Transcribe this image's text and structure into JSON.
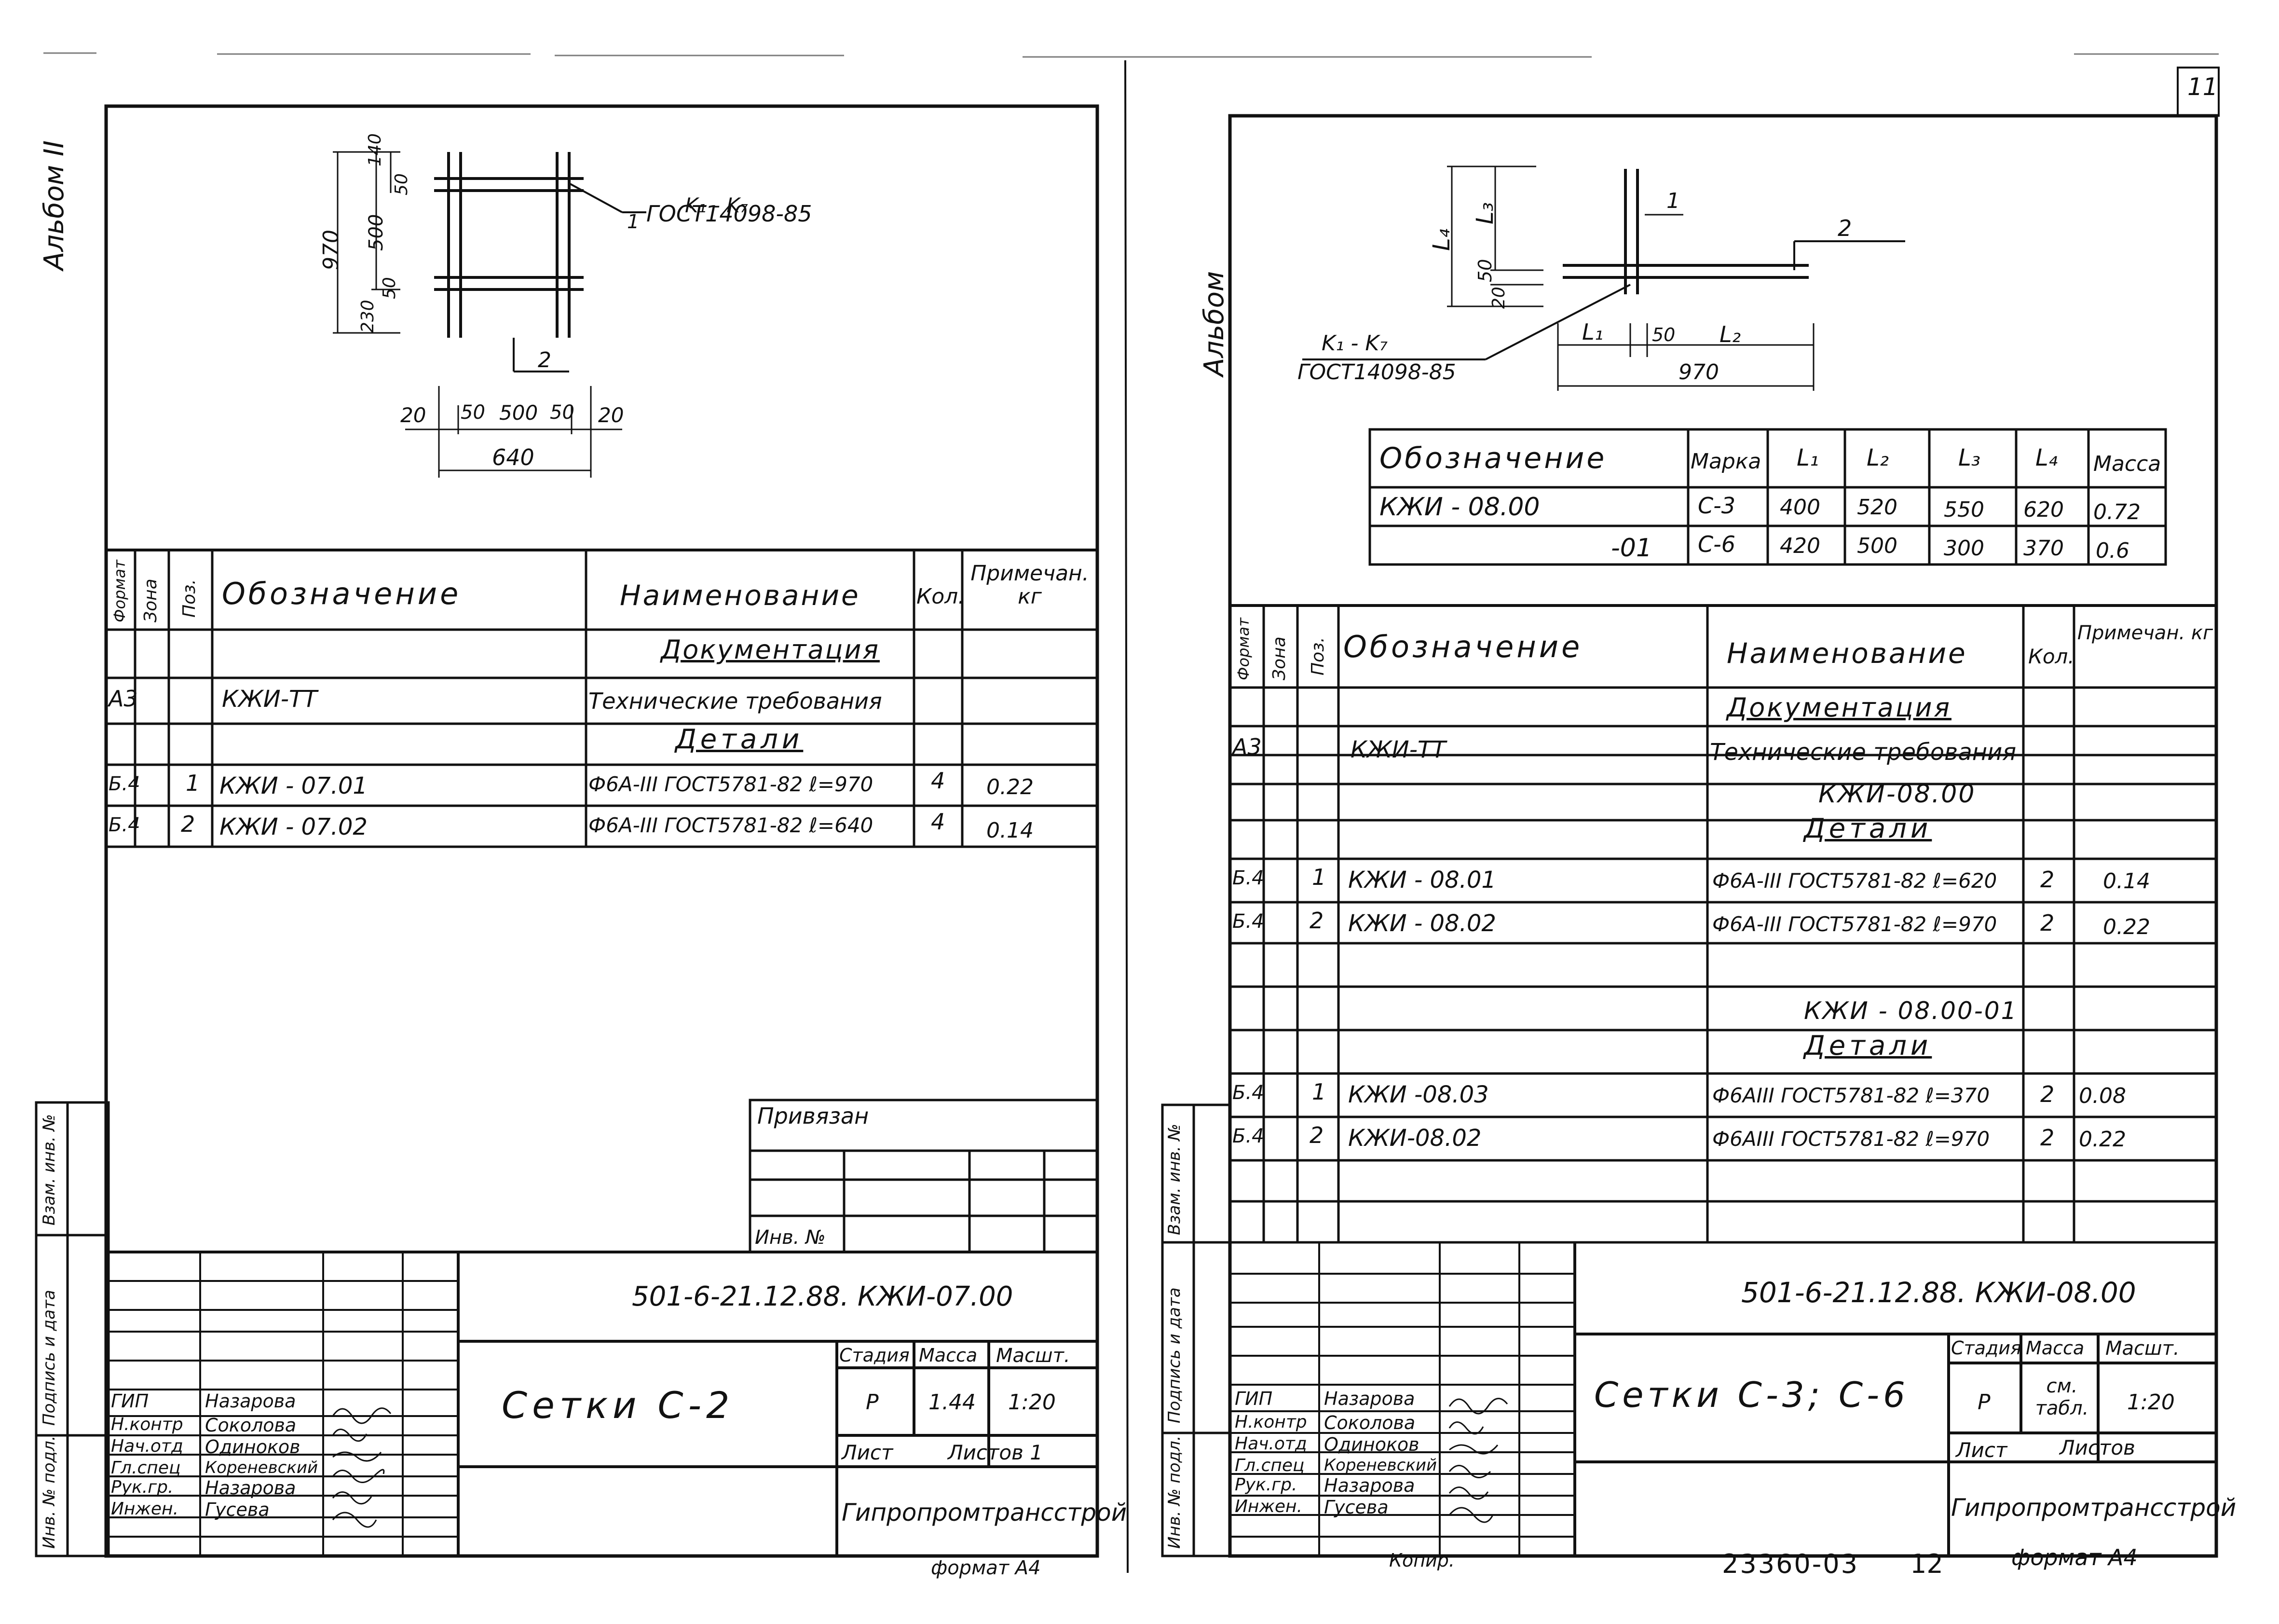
{
  "left": {
    "album": "Альбом II",
    "diagram": {
      "d970": "970",
      "d140": "140",
      "d50a": "50",
      "d500": "500",
      "d50b": "50",
      "d230": "230",
      "note1": "K₁ - K₇",
      "note2": "ГОСТ14098-85",
      "pos1": "1",
      "pos2": "2",
      "dims": [
        "20",
        "50",
        "500",
        "50",
        "20"
      ],
      "total": "640"
    },
    "table": {
      "headers": [
        "Формат",
        "Зона",
        "Поз.",
        "Обозначение",
        "Наименование",
        "Кол.",
        "Примечан. кг"
      ],
      "sec_doc": "Документация",
      "doc_row": {
        "fmt": "А3",
        "oboz": "КЖИ-ТТ",
        "name": "Технические требования"
      },
      "sec_det": "Детали",
      "rows": [
        {
          "fmt": "Б.4",
          "pos": "1",
          "oboz": "КЖИ - 07.01",
          "name": "Ф6А-ІІІ ГОСТ5781-82 ℓ=970",
          "kol": "4",
          "prim": "0.22"
        },
        {
          "fmt": "Б.4",
          "pos": "2",
          "oboz": "КЖИ - 07.02",
          "name": "Ф6А-ІІІ ГОСТ5781-82 ℓ=640",
          "kol": "4",
          "prim": "0.14"
        }
      ]
    },
    "privyazan": "Привязан",
    "inv": "Инв. №",
    "side": [
      "Инв. № подл.",
      "Подпись и дата",
      "Взам. инв. №"
    ],
    "code": "501-6-21.12.88. КЖИ-07.00",
    "title": "Сетки С-2",
    "stadia_h": "Стадия",
    "massa_h": "Масса",
    "masht_h": "Масшт.",
    "stadia": "Р",
    "massa": "1.44",
    "masht": "1:20",
    "list": "Лист",
    "listov": "Листов 1",
    "org": "Гипропромтрансстрой",
    "people": [
      {
        "role": "ГИП",
        "name": "Назарова"
      },
      {
        "role": "Н.контр",
        "name": "Соколова"
      },
      {
        "role": "Нач.отд",
        "name": "Одиноков"
      },
      {
        "role": "Гл.спец",
        "name": "Кореневский"
      },
      {
        "role": "Рук.гр.",
        "name": "Назарова"
      },
      {
        "role": "Инжен.",
        "name": "Гусева"
      }
    ],
    "bottom": "формат А4"
  },
  "right": {
    "sheet": "11",
    "album": "Альбом",
    "diagram": {
      "L4": "L₄",
      "L3": "L₃",
      "d50": "50",
      "d20": "20",
      "pos1": "1",
      "pos2": "2",
      "note1": "K₁ - K₇",
      "note2": "ГОСТ14098-85",
      "L1": "L₁",
      "d50b": "50",
      "L2": "L₂",
      "total": "970"
    },
    "marks": {
      "headers": [
        "Обозначение",
        "Марка",
        "L₁",
        "L₂",
        "L₃",
        "L₄",
        "Масса"
      ],
      "rows": [
        [
          "КЖИ - 08.00",
          "С-3",
          "400",
          "520",
          "550",
          "620",
          "0.72"
        ],
        [
          "-01",
          "С-6",
          "420",
          "500",
          "300",
          "370",
          "0.6"
        ]
      ]
    },
    "table": {
      "headers": [
        "Формат",
        "Зона",
        "Поз.",
        "Обозначение",
        "Наименование",
        "Кол.",
        "Примечан. кг"
      ],
      "sec_doc": "Документация",
      "doc_row": {
        "fmt": "А3",
        "oboz": "КЖИ-ТТ",
        "name": "Технические требования"
      },
      "sub1": "КЖИ-08.00",
      "sec_det1": "Детали",
      "rows1": [
        {
          "fmt": "Б.4",
          "pos": "1",
          "oboz": "КЖИ - 08.01",
          "name": "Ф6А-ІІІ ГОСТ5781-82 ℓ=620",
          "kol": "2",
          "prim": "0.14"
        },
        {
          "fmt": "Б.4",
          "pos": "2",
          "oboz": "КЖИ - 08.02",
          "name": "Ф6А-ІІІ ГОСТ5781-82 ℓ=970",
          "kol": "2",
          "prim": "0.22"
        }
      ],
      "sub2": "КЖИ - 08.00-01",
      "sec_det2": "Детали",
      "rows2": [
        {
          "fmt": "Б.4",
          "pos": "1",
          "oboz": "КЖИ -08.03",
          "name": "Ф6АІІІ ГОСТ5781-82 ℓ=370",
          "kol": "2",
          "prim": "0.08"
        },
        {
          "fmt": "Б.4",
          "pos": "2",
          "oboz": "КЖИ-08.02",
          "name": "Ф6АІІІ ГОСТ5781-82 ℓ=970",
          "kol": "2",
          "prim": "0.22"
        }
      ]
    },
    "side": [
      "Инв. № подл.",
      "Подпись и дата",
      "Взам. инв. №"
    ],
    "code": "501-6-21.12.88. КЖИ-08.00",
    "title": "Сетки С-3; С-6",
    "stadia_h": "Стадия",
    "massa_h": "Масса",
    "masht_h": "Масшт.",
    "stadia": "Р",
    "massa": "см. табл.",
    "masht": "1:20",
    "list": "Лист",
    "listov": "Листов",
    "org": "Гипропромтрансстрой",
    "people": [
      {
        "role": "ГИП",
        "name": "Назарова"
      },
      {
        "role": "Н.контр",
        "name": "Соколова"
      },
      {
        "role": "Нач.отд",
        "name": "Одиноков"
      },
      {
        "role": "Гл.спец",
        "name": "Кореневский"
      },
      {
        "role": "Рук.гр.",
        "name": "Назарова"
      },
      {
        "role": "Инжен.",
        "name": "Гусева"
      }
    ],
    "copied": "Копир.",
    "archive": "23360-03",
    "archive_sheet": "12",
    "bottom": "формат А4"
  }
}
